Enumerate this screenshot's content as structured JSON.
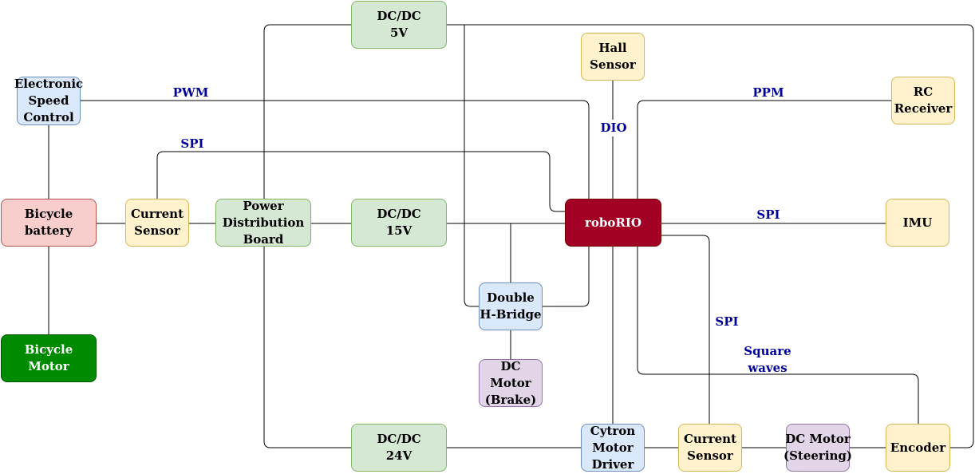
{
  "nodes": {
    "dcdc_5v": "DC/DC\n5V",
    "hall_sensor": "Hall\nSensor",
    "esc": "Electronic\nSpeed\nControl",
    "rc_receiver": "RC\nReceiver",
    "bicycle_battery": "Bicycle\nbattery",
    "current_sensor_left": "Current\nSensor",
    "power_distribution_board": "Power\nDistribution\nBoard",
    "dcdc_15v": "DC/DC\n15V",
    "roborio": "roboRIO",
    "imu": "IMU",
    "double_h_bridge": "Double\nH-Bridge",
    "dc_motor_brake": "DC Motor\n(Brake)",
    "bicycle_motor": "Bicycle\nMotor",
    "dcdc_24v": "DC/DC\n24V",
    "cytron_motor_driver": "Cytron\nMotor\nDriver",
    "current_sensor_bottom": "Current\nSensor",
    "dc_motor_steering": "DC Motor\n(Steering)",
    "encoder": "Encoder"
  },
  "edge_labels": {
    "pwm": "PWM",
    "ppm": "PPM",
    "dio": "DIO",
    "spi_top": "SPI",
    "spi_imu": "SPI",
    "spi_right": "SPI",
    "square_waves": "Square\nwaves"
  },
  "colors": {
    "green": "#d5e8d4",
    "yellow": "#fff2cc",
    "blue": "#dae8fc",
    "red": "#f8cecc",
    "purple": "#e1d5e7",
    "dark_green": "#008a00",
    "crimson": "#a20025",
    "label_blue": "#000099"
  }
}
